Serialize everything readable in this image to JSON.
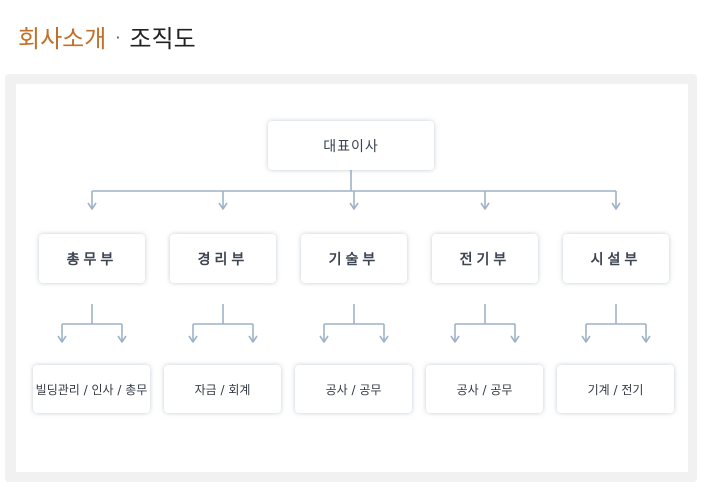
{
  "header": {
    "title_accent": "회사소개",
    "separator": "·",
    "title": "조직도"
  },
  "colors": {
    "accent": "#c0702a",
    "connector": "#9eb2c8"
  },
  "org": {
    "ceo": "대표이사",
    "departments": [
      {
        "name": "총무부",
        "units": "빌딩관리 / 인사 / 총무"
      },
      {
        "name": "경리부",
        "units": "자금 / 회계"
      },
      {
        "name": "기술부",
        "units": "공사 / 공무"
      },
      {
        "name": "전기부",
        "units": "공사 / 공무"
      },
      {
        "name": "시설부",
        "units": "기계 / 전기"
      }
    ]
  }
}
